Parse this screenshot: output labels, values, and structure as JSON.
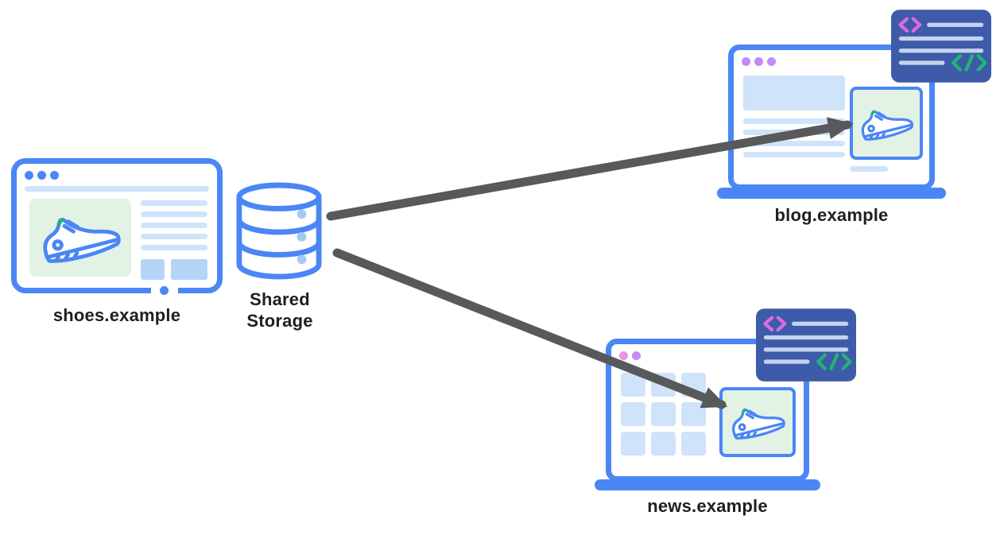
{
  "colors": {
    "blue": "#4a86f5",
    "light-blue": "#cfe3fa",
    "mid-blue": "#b6d4f8",
    "dot-blue": "#a6c9f4",
    "light-green": "#e2f3e6",
    "purple": "#c58af9",
    "pink": "#ec93dd",
    "code-bg": "#3d5ba9",
    "code-line": "#c6d2ee",
    "code-pink": "#d96be0",
    "code-green": "#21b573",
    "arrow": "#58595b",
    "text": "#1f1f1f"
  },
  "nodes": {
    "shoes": {
      "label": "shoes.example"
    },
    "storage": {
      "label": "Shared Storage"
    },
    "blog": {
      "label": "blog.example"
    },
    "news": {
      "label": "news.example"
    }
  },
  "edges": [
    {
      "from": "Shared Storage",
      "to": "blog.example"
    },
    {
      "from": "Shared Storage",
      "to": "news.example"
    }
  ],
  "icons": {
    "database": "database-icon",
    "sneaker": "sneaker-icon",
    "code_card": "code-snippet-icon",
    "open_tag": "code-open-tag-icon",
    "close_tag": "code-close-tag-icon"
  }
}
